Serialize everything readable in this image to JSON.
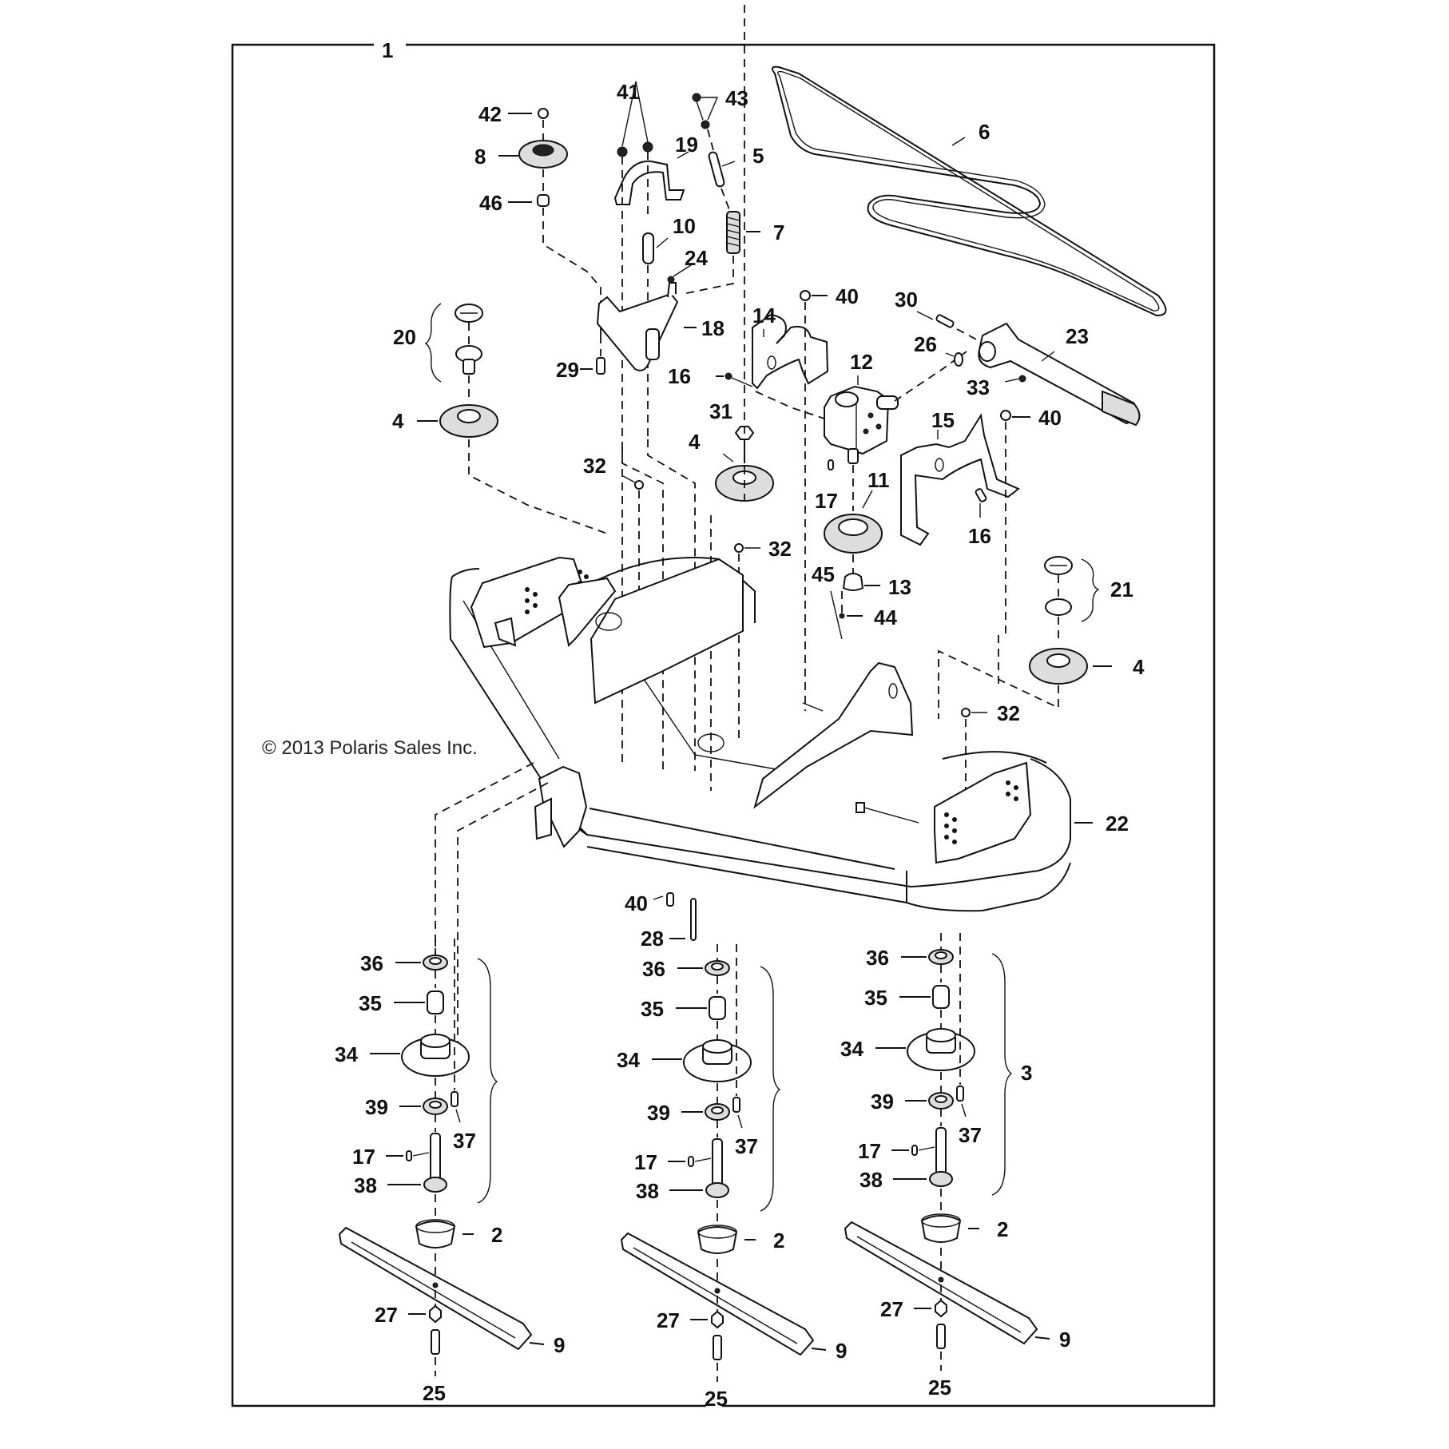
{
  "diagram": {
    "title_callout": "1",
    "copyright": "© 2013 Polaris Sales Inc.",
    "callouts": [
      {
        "id": "c1",
        "text": "1"
      },
      {
        "id": "c42",
        "text": "42"
      },
      {
        "id": "c8",
        "text": "8"
      },
      {
        "id": "c46",
        "text": "46"
      },
      {
        "id": "c41",
        "text": "41"
      },
      {
        "id": "c19",
        "text": "19"
      },
      {
        "id": "c43",
        "text": "43"
      },
      {
        "id": "c5",
        "text": "5"
      },
      {
        "id": "c6",
        "text": "6"
      },
      {
        "id": "c7",
        "text": "7"
      },
      {
        "id": "c10",
        "text": "10"
      },
      {
        "id": "c24",
        "text": "24"
      },
      {
        "id": "c20",
        "text": "20"
      },
      {
        "id": "c18",
        "text": "18"
      },
      {
        "id": "c29",
        "text": "29"
      },
      {
        "id": "c14",
        "text": "14"
      },
      {
        "id": "c40a",
        "text": "40"
      },
      {
        "id": "c30",
        "text": "30"
      },
      {
        "id": "c26",
        "text": "26"
      },
      {
        "id": "c23",
        "text": "23"
      },
      {
        "id": "c16a",
        "text": "16"
      },
      {
        "id": "c12",
        "text": "12"
      },
      {
        "id": "c33",
        "text": "33"
      },
      {
        "id": "c4a",
        "text": "4"
      },
      {
        "id": "c31",
        "text": "31"
      },
      {
        "id": "c4b",
        "text": "4"
      },
      {
        "id": "c40b",
        "text": "40"
      },
      {
        "id": "c15",
        "text": "15"
      },
      {
        "id": "c32a",
        "text": "32"
      },
      {
        "id": "c17a",
        "text": "17"
      },
      {
        "id": "c11",
        "text": "11"
      },
      {
        "id": "c16b",
        "text": "16"
      },
      {
        "id": "c32b",
        "text": "32"
      },
      {
        "id": "c45",
        "text": "45"
      },
      {
        "id": "c13",
        "text": "13"
      },
      {
        "id": "c21",
        "text": "21"
      },
      {
        "id": "c44",
        "text": "44"
      },
      {
        "id": "c4c",
        "text": "4"
      },
      {
        "id": "c32c",
        "text": "32"
      },
      {
        "id": "c22",
        "text": "22"
      },
      {
        "id": "c40c",
        "text": "40"
      },
      {
        "id": "c28",
        "text": "28"
      },
      {
        "id": "c3",
        "text": "3"
      }
    ],
    "spindle_groups": [
      {
        "labels": {
          "36": "36",
          "35": "35",
          "34": "34",
          "39": "39",
          "37": "37",
          "17": "17",
          "38": "38",
          "2": "2",
          "27": "27",
          "9": "9",
          "25": "25"
        }
      },
      {
        "labels": {
          "36": "36",
          "35": "35",
          "34": "34",
          "39": "39",
          "37": "37",
          "17": "17",
          "38": "38",
          "2": "2",
          "27": "27",
          "9": "9",
          "25": "25"
        }
      },
      {
        "labels": {
          "36": "36",
          "35": "35",
          "34": "34",
          "39": "39",
          "37": "37",
          "17": "17",
          "38": "38",
          "2": "2",
          "27": "27",
          "9": "9",
          "25": "25"
        }
      }
    ]
  }
}
